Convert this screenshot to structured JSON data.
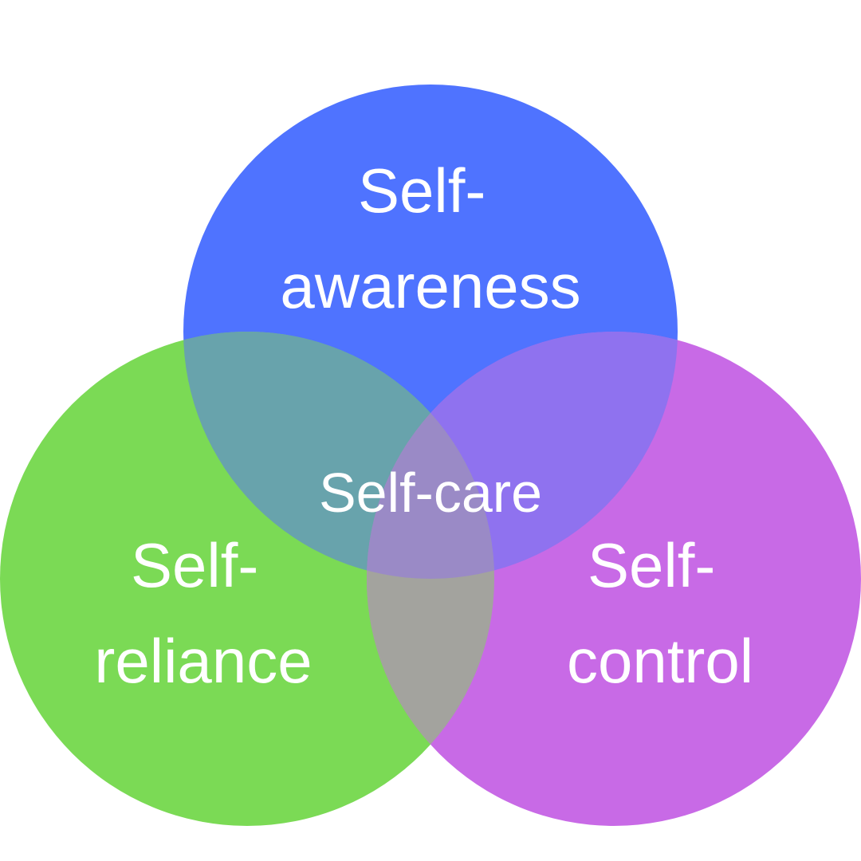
{
  "diagram": {
    "type": "venn",
    "sets": [
      {
        "key": "top",
        "label_lines": [
          "Self-",
          "awareness"
        ],
        "color": "#4F73FF"
      },
      {
        "key": "left",
        "label_lines": [
          "Self-",
          "reliance"
        ],
        "color": "#7BDA55"
      },
      {
        "key": "right",
        "label_lines": [
          "Self-",
          "control"
        ],
        "color": "#C86AE6"
      }
    ],
    "center_label": "Self-care",
    "overlap_colors": {
      "top_left": "#68A3AC",
      "top_right": "#8F72EF",
      "left_right": "#A3A39E",
      "center": "#9A8AC6"
    },
    "text_color": "#FFFFFF",
    "background": "#FFFFFF"
  }
}
